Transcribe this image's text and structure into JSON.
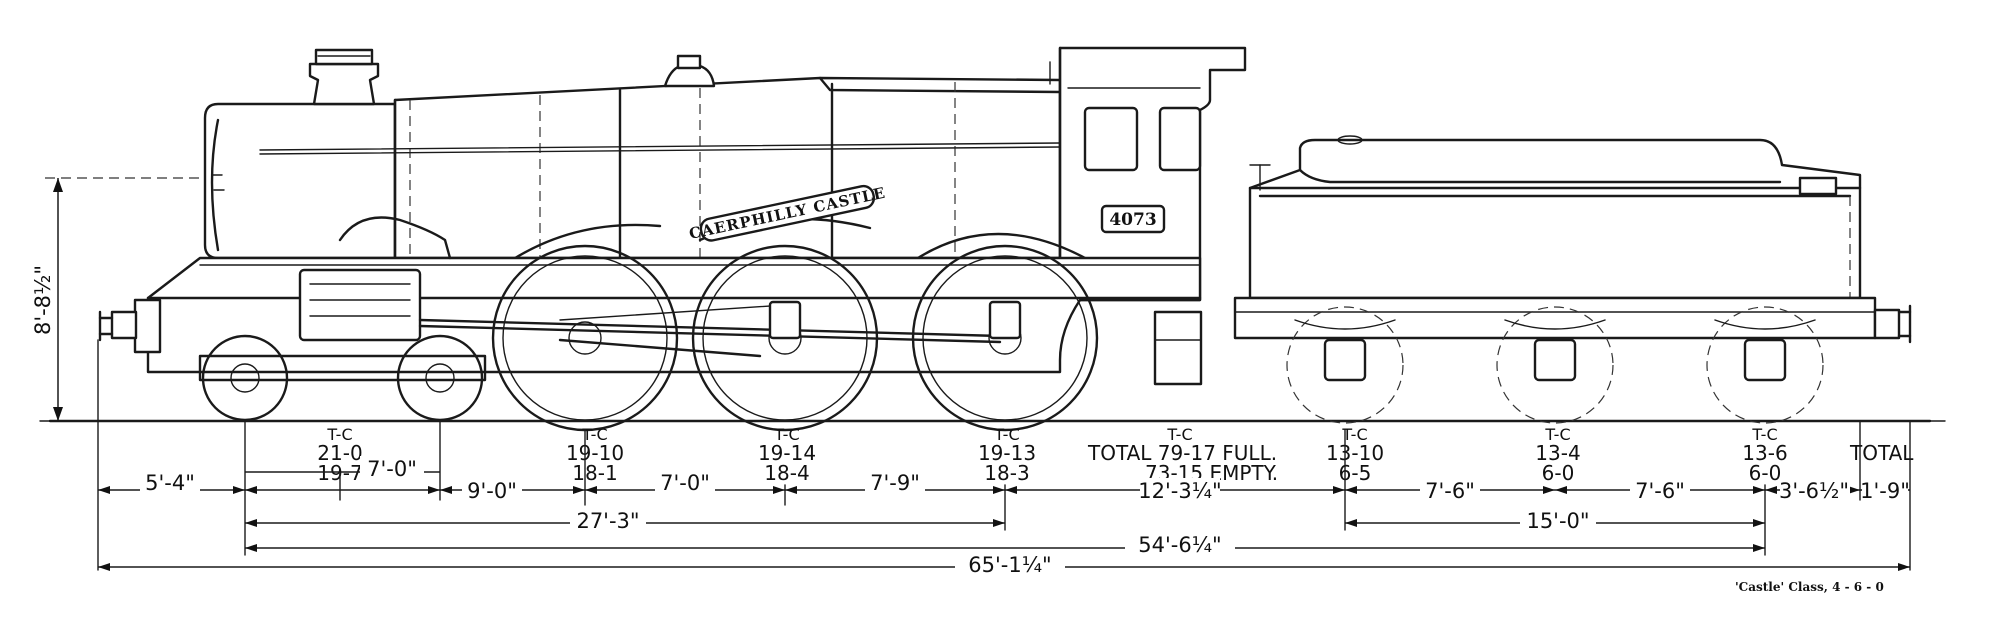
{
  "caption": "'Castle' Class, 4 - 6 - 0",
  "nameplate": "CAERPHILLY CASTLE",
  "number_plate": "4073",
  "height_dim": "8'-8½\"",
  "weights": [
    {
      "head": "T-C",
      "line1": "21-0",
      "line2": "19-7"
    },
    {
      "head": "T-C",
      "line1": "19-10",
      "line2": "18-1"
    },
    {
      "head": "T-C",
      "line1": "19-14",
      "line2": "18-4"
    },
    {
      "head": "T-C",
      "line1": "19-13",
      "line2": "18-3"
    },
    {
      "head": "T-C",
      "line1": "TOTAL 79-17 FULL.",
      "line2": "73-15 EMPTY."
    },
    {
      "head": "T-C",
      "line1": "13-10",
      "line2": "6-5"
    },
    {
      "head": "T-C",
      "line1": "13-4",
      "line2": "6-0"
    },
    {
      "head": "T-C",
      "line1": "13-6",
      "line2": "6-0"
    },
    {
      "head": "",
      "line1": "TOTAL",
      "line2": ""
    }
  ],
  "dims": {
    "d1": "5'-4\"",
    "d2": "7'-0\"",
    "d3": "9'-0\"",
    "d4": "7'-0\"",
    "d5": "7'-9\"",
    "d6": "12'-3¼\"",
    "d7": "7'-6\"",
    "d8": "7'-6\"",
    "d9": "3'-6½\"",
    "d10": "1'-9\"",
    "d11": "27'-3\"",
    "d12": "15'-0\"",
    "d13": "54'-6¼\"",
    "d14": "65'-1¼\""
  }
}
